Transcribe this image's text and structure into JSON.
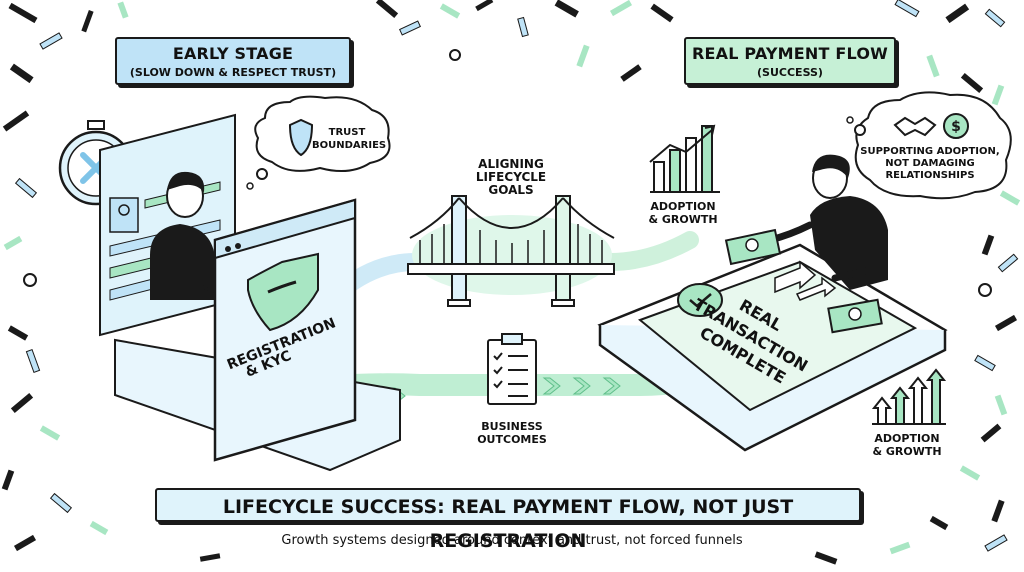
{
  "header_left": {
    "title": "EARLY STAGE",
    "subtitle": "(SLOW DOWN & RESPECT TRUST)"
  },
  "header_right": {
    "title": "REAL PAYMENT FLOW",
    "subtitle": "(SUCCESS)"
  },
  "trust_bubble": {
    "line1": "TRUST",
    "line2": "BOUNDARIES"
  },
  "registration_screen": {
    "line1": "REGISTRATION",
    "line2": "& KYC"
  },
  "bridge_label": {
    "line1": "ALIGNING",
    "line2": "LIFECYCLE",
    "line3": "GOALS"
  },
  "business_outcomes": {
    "line1": "BUSINESS",
    "line2": "OUTCOMES"
  },
  "adoption_top": {
    "line1": "ADOPTION",
    "line2": "& GROWTH"
  },
  "adoption_bottom": {
    "line1": "ADOPTION",
    "line2": "& GROWTH"
  },
  "support_bubble": {
    "line1": "SUPPORTING ADOPTION,",
    "line2": "NOT DAMAGING",
    "line3": "RELATIONSHIPS"
  },
  "tablet_text": {
    "line1": "REAL",
    "line2": "TRANSACTION",
    "line3": "COMPLETE"
  },
  "banner": "LIFECYCLE SUCCESS: REAL PAYMENT FLOW, NOT JUST REGISTRATION",
  "footer_subtitle": "Growth systems designed around context and trust, not forced funnels",
  "colors": {
    "blue": "#bfe3f7",
    "green": "#c6f0d6",
    "mint": "#a8e6c3",
    "ink": "#1a1a1a"
  }
}
